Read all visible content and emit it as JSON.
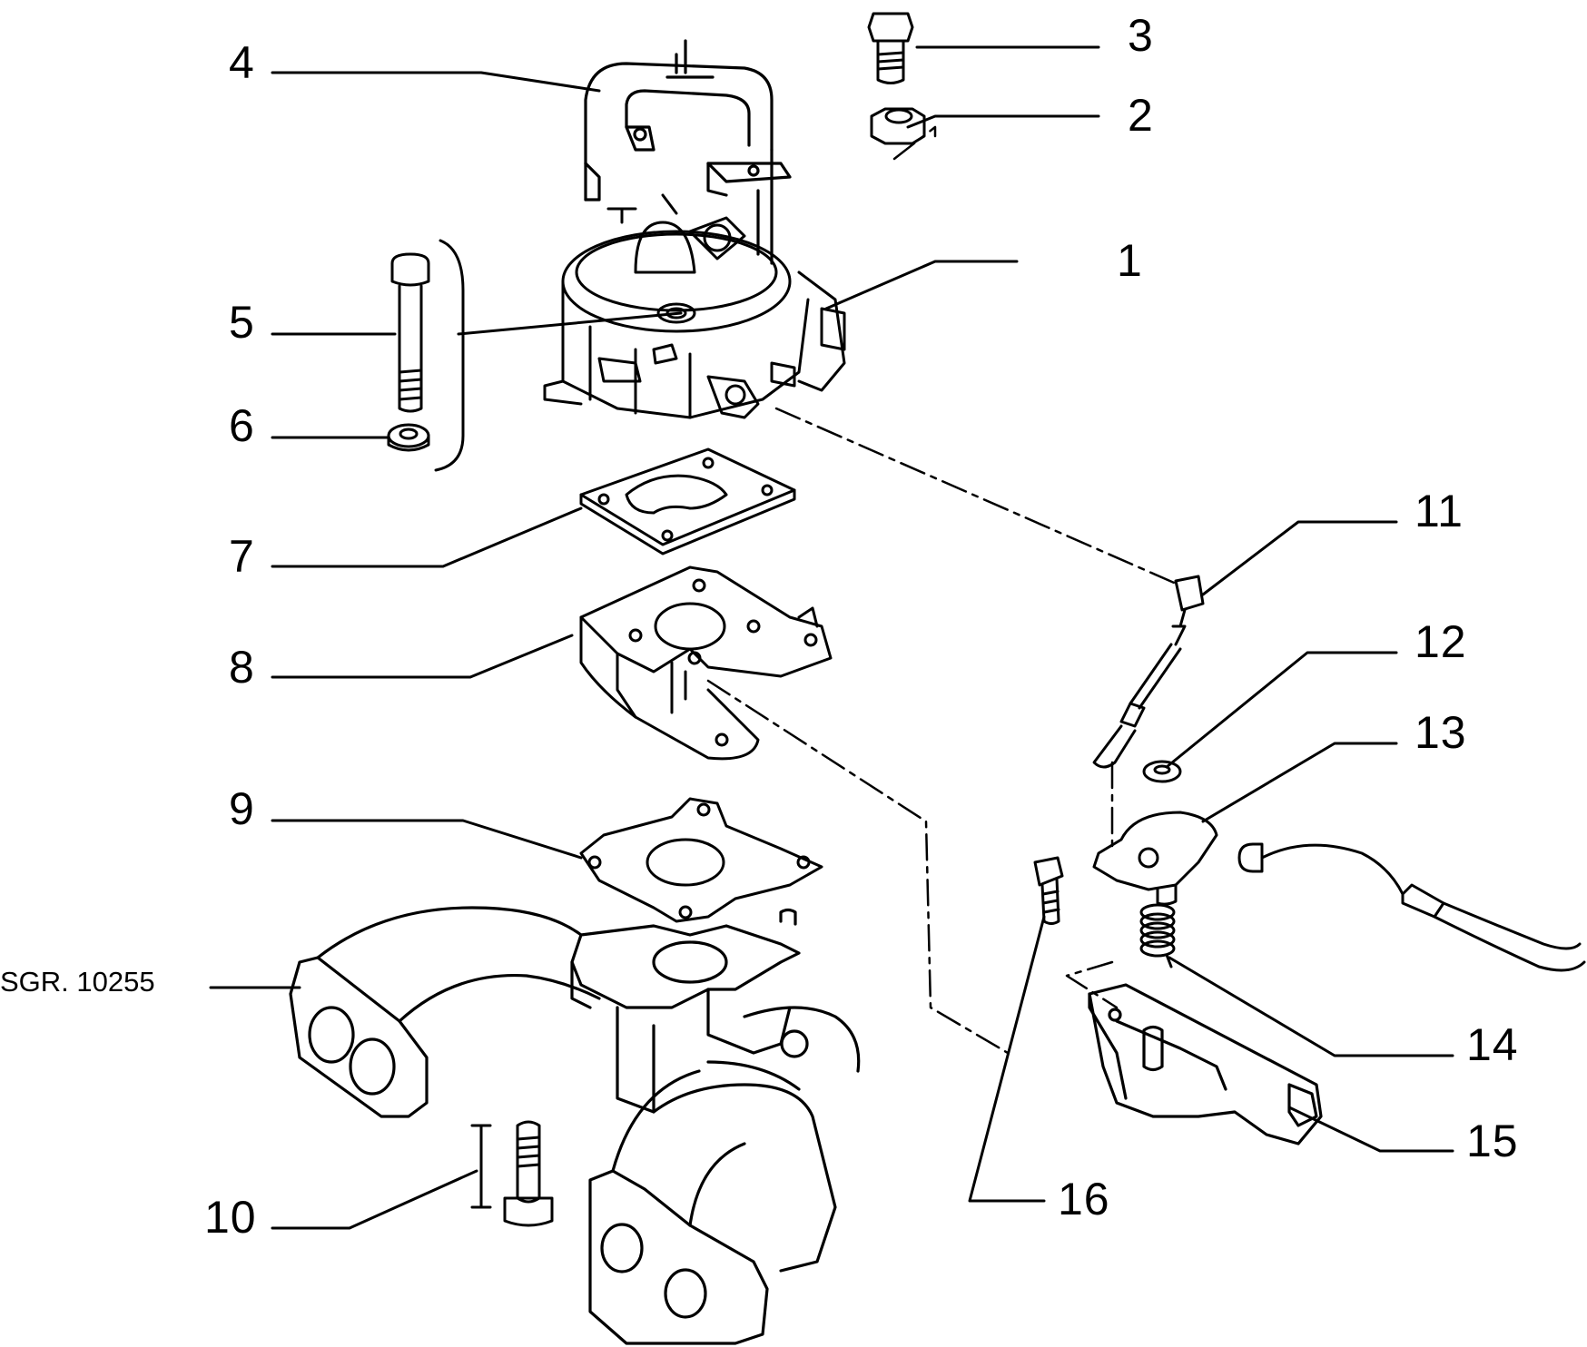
{
  "colors": {
    "ink": "#000000",
    "background": "#ffffff"
  },
  "callouts": [
    {
      "id": "1",
      "text": "1"
    },
    {
      "id": "2",
      "text": "2"
    },
    {
      "id": "3",
      "text": "3"
    },
    {
      "id": "4",
      "text": "4"
    },
    {
      "id": "5",
      "text": "5"
    },
    {
      "id": "6",
      "text": "6"
    },
    {
      "id": "7",
      "text": "7"
    },
    {
      "id": "8",
      "text": "8"
    },
    {
      "id": "9",
      "text": "9"
    },
    {
      "id": "10",
      "text": "10"
    },
    {
      "id": "11",
      "text": "11"
    },
    {
      "id": "12",
      "text": "12"
    },
    {
      "id": "13",
      "text": "13"
    },
    {
      "id": "14",
      "text": "14"
    },
    {
      "id": "15",
      "text": "15"
    },
    {
      "id": "16",
      "text": "16"
    }
  ],
  "reference": {
    "text": "SGR. 10255"
  }
}
